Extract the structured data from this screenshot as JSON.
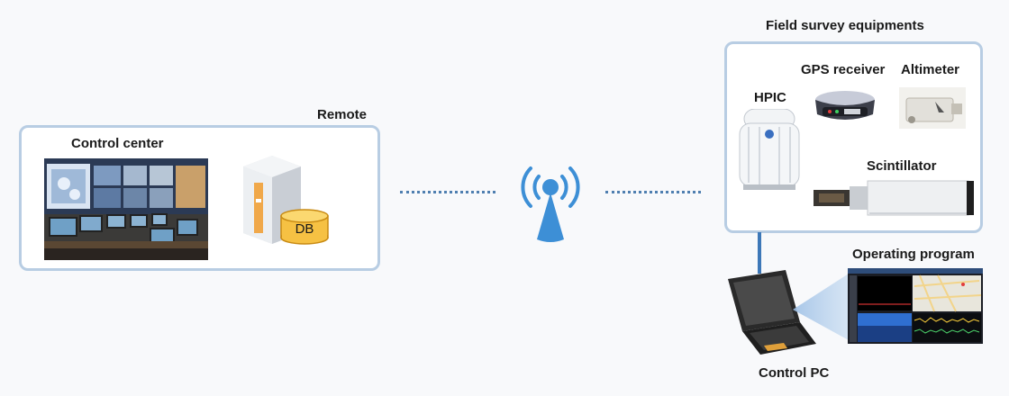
{
  "remote": {
    "title": "Remote",
    "control_center_label": "Control center",
    "db_label": "DB"
  },
  "field": {
    "title": "Field survey equipments",
    "hpic_label": "HPIC",
    "gps_label": "GPS receiver",
    "altimeter_label": "Altimeter",
    "scintillator_label": "Scintillator"
  },
  "operating_program_label": "Operating program",
  "control_pc_label": "Control PC",
  "colors": {
    "panel_border": "#b8cde3",
    "antenna": "#3d8fd6",
    "dots": "#4f7fb0"
  }
}
